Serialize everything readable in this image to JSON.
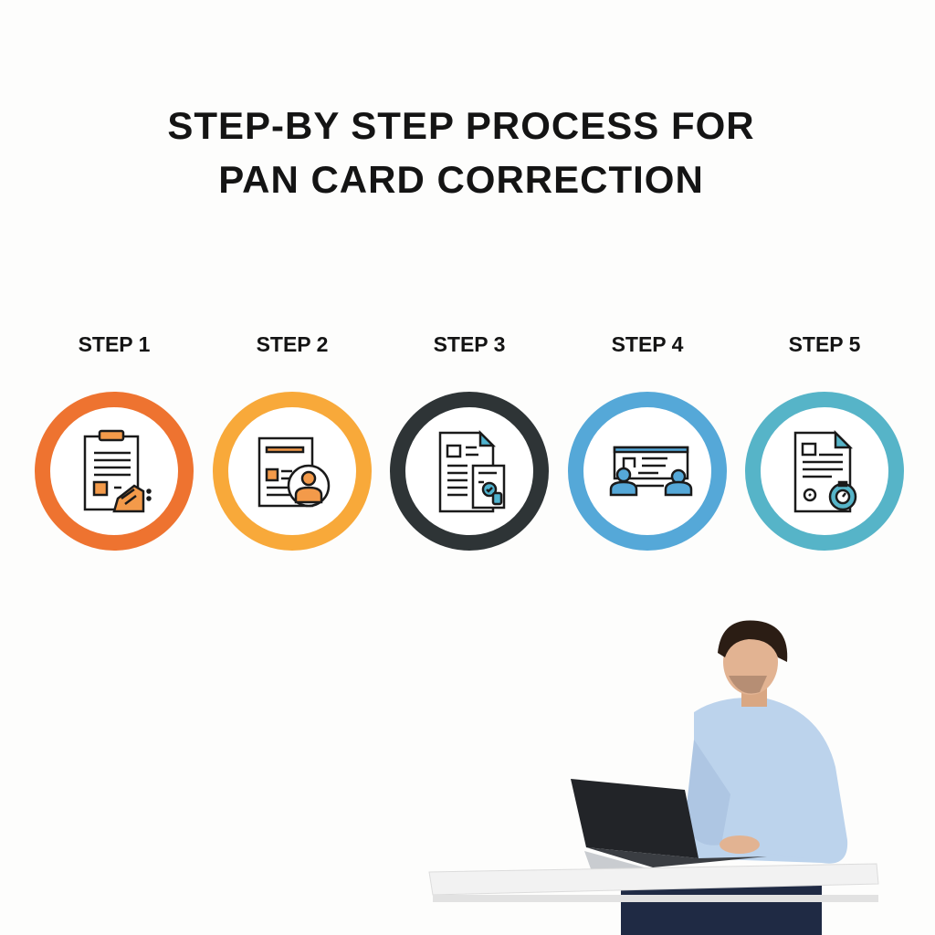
{
  "title": {
    "line1": "STEP-BY STEP PROCESS FOR",
    "line2": "PAN CARD CORRECTION"
  },
  "steps": [
    {
      "label": "STEP 1",
      "icon": "clipboard-edit-icon",
      "color": "#EE7330"
    },
    {
      "label": "STEP 2",
      "icon": "document-profile-icon",
      "color": "#F8A93A"
    },
    {
      "label": "STEP 3",
      "icon": "document-verify-icon",
      "color": "#2E3436"
    },
    {
      "label": "STEP 4",
      "icon": "meeting-board-icon",
      "color": "#55A8D8"
    },
    {
      "label": "STEP 5",
      "icon": "document-timer-icon",
      "color": "#56B4C8"
    }
  ]
}
